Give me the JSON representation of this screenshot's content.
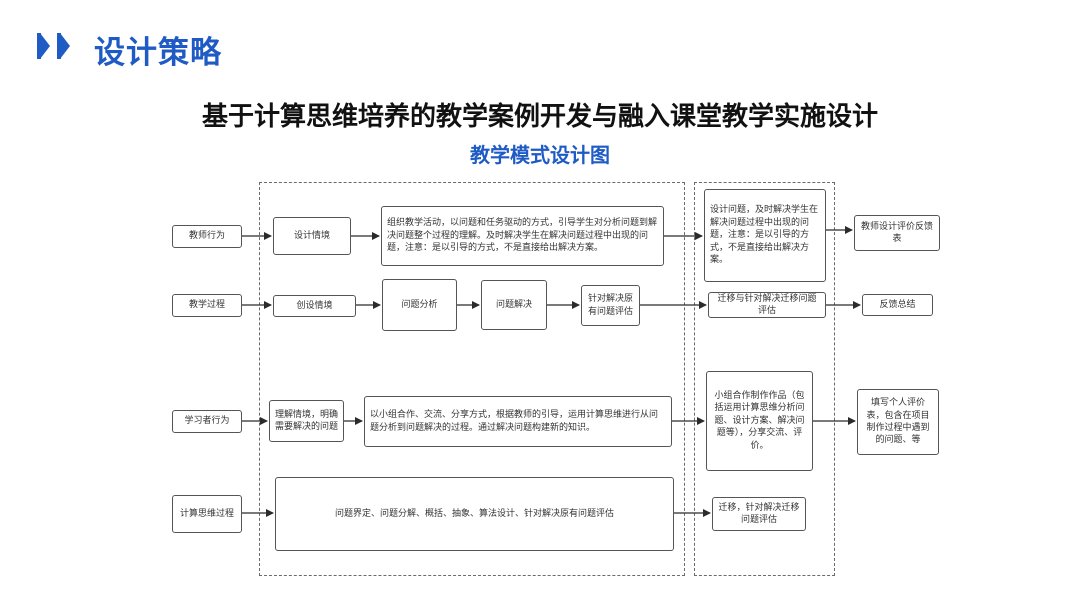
{
  "header": {
    "section_title": "设计策略",
    "main_title": "基于计算思维培养的教学案例开发与融入课堂教学实施设计",
    "sub_title": "教学模式设计图"
  },
  "colors": {
    "accent": "#1f5bc4",
    "box_border": "#555555",
    "text": "#333333"
  },
  "diagram": {
    "row_labels": {
      "teacher": "教师行为",
      "process": "教学过程",
      "learner": "学习者行为",
      "ct": "计算思维过程"
    },
    "teacher": {
      "design_situation": "设计情境",
      "organize": "组织教学活动，以问题和任务驱动的方式，引导学生对分析问题到解决问题整个过程的理解。及时解决学生在解决问题过程中出现的问题，注意：是以引导的方式，不是直接给出解决方案。",
      "design_problem": "设计问题，及时解决学生在解决问题过程中出现的问题，注意：是以引导的方式，不是直接给出解决方案。",
      "eval_form": "教师设计评价反馈表"
    },
    "process": {
      "create_situation": "创设情境",
      "analyze": "问题分析",
      "solve": "问题解决",
      "evaluate": "针对解决原有问题评估",
      "transfer": "迁移与针对解决迁移问题评估",
      "feedback": "反馈总结"
    },
    "learner": {
      "understand": "理解情境，明确需要解决的问题",
      "group": "以小组合作、交流、分享方式，根据教师的引导，运用计算思维进行从问题分析到问题解决的过程。通过解决问题构建新的知识。",
      "work": "小组合作制作作品（包括运用计算思维分析问题、设计方案、解决问题等），分享交流、评价。",
      "self_eval": "填写个人评价表，包含在项目制作过程中遇到的问题、等"
    },
    "ct": {
      "steps": "问题界定、问题分解、概括、抽象、算法设计、针对解决原有问题评估",
      "transfer": "迁移，针对解决迁移问题评估"
    }
  }
}
